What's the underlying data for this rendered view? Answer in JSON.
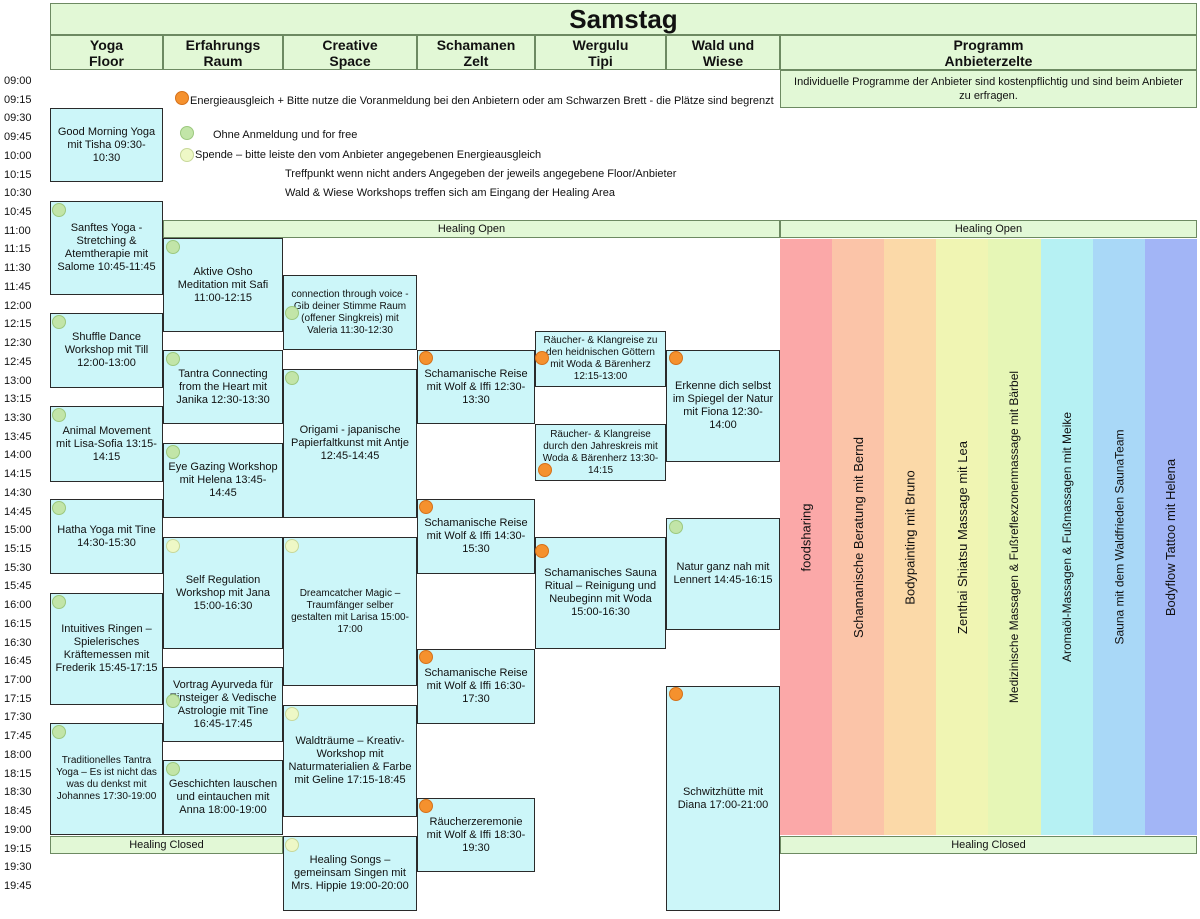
{
  "title": "Samstag",
  "columns": [
    {
      "line1": "Yoga",
      "line2": "Floor"
    },
    {
      "line1": "Erfahrungs",
      "line2": "Raum"
    },
    {
      "line1": "Creative",
      "line2": "Space"
    },
    {
      "line1": "Schamanen",
      "line2": "Zelt"
    },
    {
      "line1": "Wergulu",
      "line2": "Tipi"
    },
    {
      "line1": "Wald und",
      "line2": "Wiese"
    },
    {
      "line1": "Programm",
      "line2": "Anbieterzelte"
    }
  ],
  "program_note": "Individuelle Programme der Anbieter sind kostenpflichtig und sind beim Anbieter zu erfragen.",
  "times": [
    "09:00",
    "09:15",
    "09:30",
    "09:45",
    "10:00",
    "10:15",
    "10:30",
    "10:45",
    "11:00",
    "11:15",
    "11:30",
    "11:45",
    "12:00",
    "12:15",
    "12:30",
    "12:45",
    "13:00",
    "13:15",
    "13:30",
    "13:45",
    "14:00",
    "14:15",
    "14:30",
    "14:45",
    "15:00",
    "15:15",
    "15:30",
    "15:45",
    "16:00",
    "16:15",
    "16:30",
    "16:45",
    "17:00",
    "17:15",
    "17:30",
    "17:45",
    "18:00",
    "18:15",
    "18:30",
    "18:45",
    "19:00",
    "19:15",
    "19:30",
    "19:45"
  ],
  "legend": {
    "orange": "Energieausgleich + Bitte nutze die Voranmeldung bei den Anbietern oder am Schwarzen Brett - die Plätze sind begrenzt",
    "green": "Ohne Anmeldung und for free",
    "yellow": "Spende – bitte leiste den vom Anbieter angegebenen Energieausgleich",
    "meeting": "Treffpunkt wenn nicht anders Angegeben der jeweils angegebene Floor/Anbieter",
    "wald": "Wald & Wiese Workshops treffen sich am Eingang der Healing Area"
  },
  "bars": {
    "healing_open": "Healing Open",
    "healing_closed": "Healing Closed"
  },
  "events": {
    "yoga": [
      "Good Morning Yoga mit Tisha 09:30-10:30",
      "Sanftes Yoga - Stretching & Atemtherapie mit Salome 10:45-11:45",
      "Shuffle Dance Workshop mit Till 12:00-13:00",
      "Animal Movement mit Lisa-Sofia 13:15-14:15",
      "Hatha Yoga mit Tine 14:30-15:30",
      "Intuitives Ringen – Spielerisches Kräftemessen mit Frederik 15:45-17:15",
      "Traditionelles Tantra Yoga – Es ist nicht das was du denkst mit Johannes 17:30-19:00"
    ],
    "erfahrung": [
      "Aktive Osho Meditation mit  Safi 11:00-12:15",
      "Tantra Connecting from the Heart mit Janika 12:30-13:30",
      "Eye Gazing Workshop mit Helena 13:45-14:45",
      "Self Regulation Workshop mit Jana 15:00-16:30",
      "Vortrag Ayurveda für Einsteiger & Vedische Astrologie mit Tine  16:45-17:45",
      "Geschichten lauschen und eintauchen mit Anna 18:00-19:00"
    ],
    "creative": [
      "connection through voice - Gib deiner Stimme Raum (offener Singkreis) mit Valeria 11:30-12:30",
      "Origami - japanische Papierfaltkunst mit Antje 12:45-14:45",
      "Dreamcatcher Magic – Traumfänger selber gestalten mit Larisa 15:00-17:00",
      "Waldträume – Kreativ-Workshop mit Naturmaterialien & Farbe mit Geline 17:15-18:45",
      "Healing Songs – gemeinsam Singen mit Mrs. Hippie 19:00-20:00"
    ],
    "zelt": [
      "Schamanische Reise mit Wolf & Iffi 12:30-13:30",
      "Schamanische Reise mit Wolf & Iffi 14:30-15:30",
      "Schamanische Reise mit Wolf & Iffi 16:30-17:30",
      "Räucherzeremonie mit Wolf & Iffi 18:30-19:30"
    ],
    "tipi": [
      "Räucher- & Klangreise zu den heidnischen Göttern mit Woda & Bärenherz 12:15-13:00",
      "Räucher- & Klangreise durch den Jahreskreis mit Woda & Bärenherz 13:30-14:15",
      "Schamanisches Sauna Ritual – Reinigung und Neubeginn mit Woda 15:00-16:30"
    ],
    "wald": [
      "Erkenne dich selbst im Spiegel der Natur mit Fiona 12:30-14:00",
      "Natur ganz nah mit Lennert 14:45-16:15",
      "Schwitzhütte mit Diana 17:00-21:00"
    ]
  },
  "stripes": [
    {
      "label": "foodsharing",
      "color": "#fba8a8"
    },
    {
      "label": "Schamanische Beratung mit Bernd",
      "color": "#fbc4a8"
    },
    {
      "label": "Bodypainting mit Bruno",
      "color": "#fbd9a8"
    },
    {
      "label": "Zenthai Shiatsu Massage mit Lea",
      "color": "#f0f5b3"
    },
    {
      "label": "Medizinische Massagen & Fußreflexzonenmassage mit Bärbel",
      "color": "#e6f6b6"
    },
    {
      "label": "Aromaöl-Massagen & Fußmassagen mit Meike",
      "color": "#b6f1f3"
    },
    {
      "label": "Sauna mit dem Waldfrieden SaunaTeam",
      "color": "#a9d8f7"
    },
    {
      "label": "Bodyflow Tattoo mit Helena",
      "color": "#a2b5f6"
    }
  ]
}
